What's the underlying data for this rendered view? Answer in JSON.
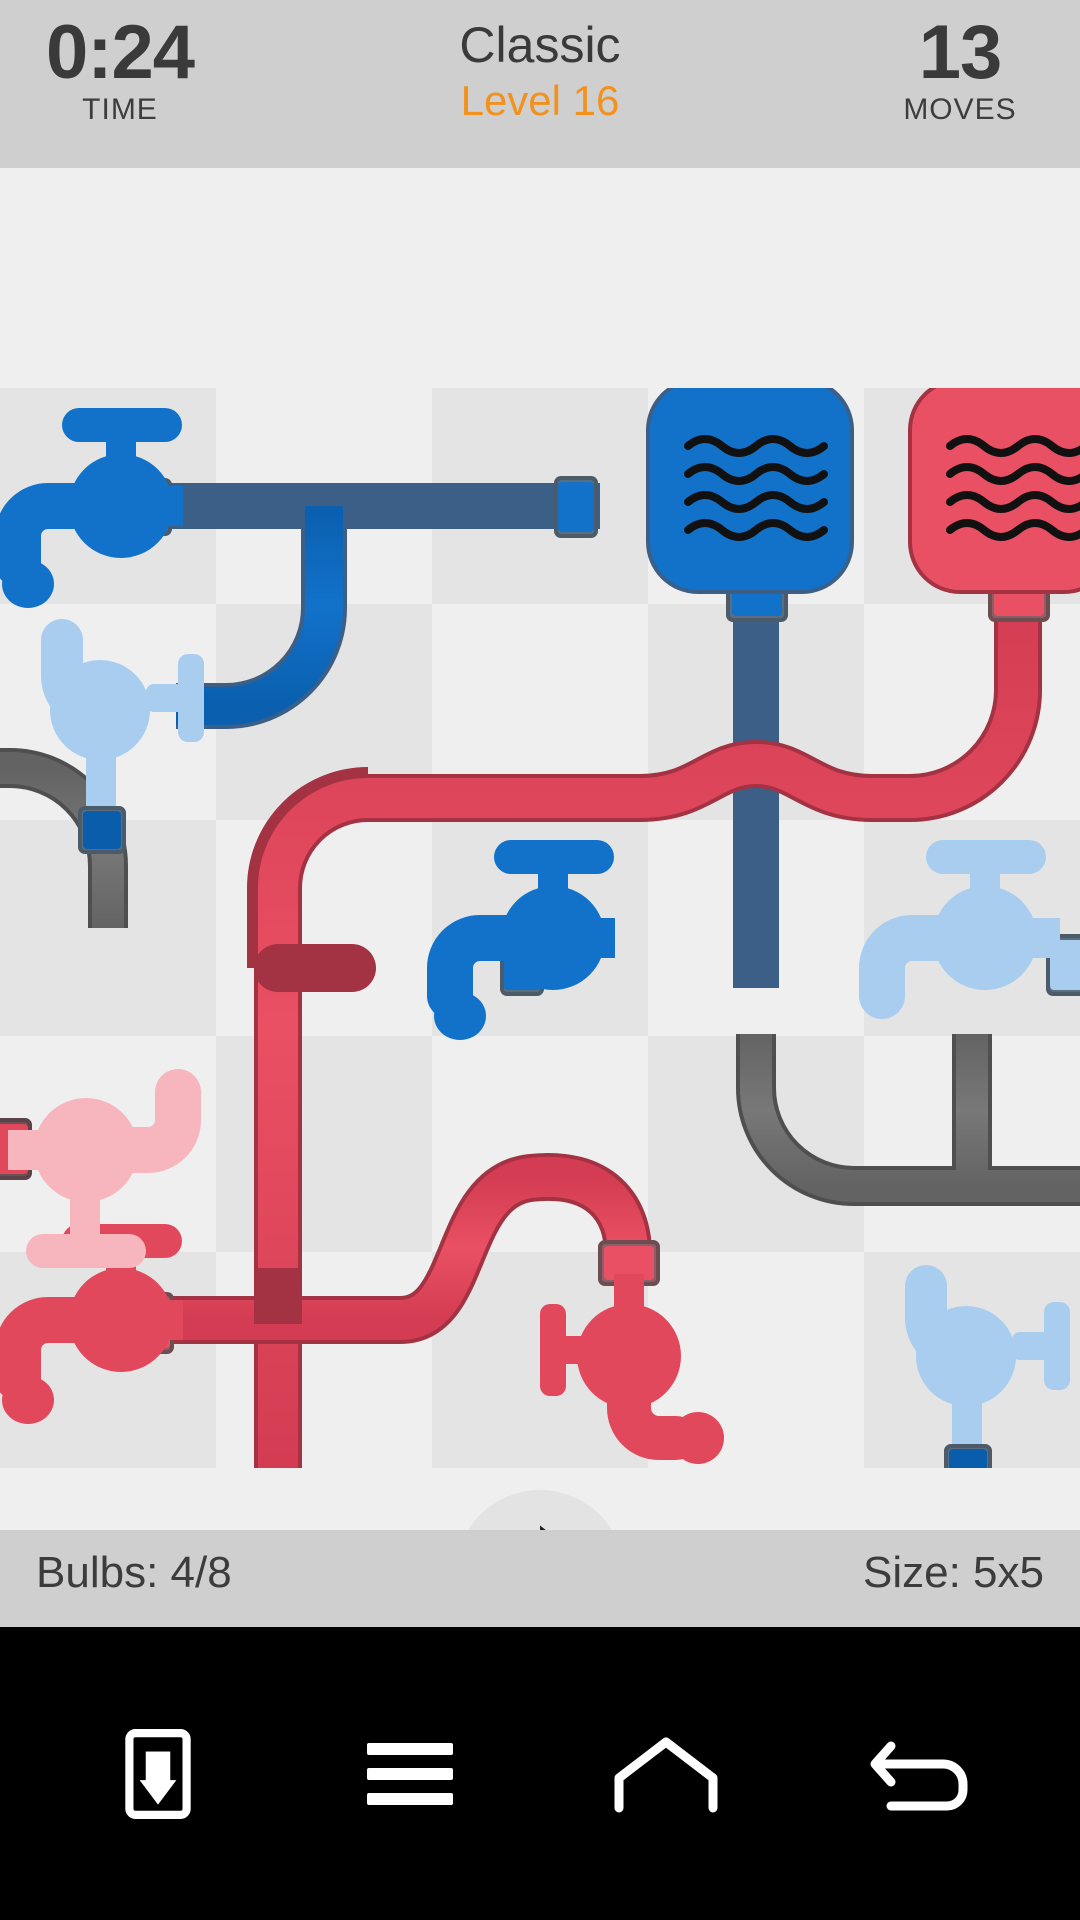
{
  "hud": {
    "time_value": "0:24",
    "time_label": "TIME",
    "mode": "Classic",
    "level": "Level 16",
    "moves_value": "13",
    "moves_label": "MOVES",
    "level_color": "#f2921d",
    "bar_bg": "#cfcfcf"
  },
  "status": {
    "bulbs": "Bulbs: 4/8",
    "size": "Size: 5x5",
    "restart_icon": "restart-icon"
  },
  "navbar": {
    "items": [
      {
        "icon": "save-down-icon",
        "label": ""
      },
      {
        "icon": "hamburger-menu-icon",
        "label": ""
      },
      {
        "icon": "home-icon",
        "label": ""
      },
      {
        "icon": "back-arrow-icon",
        "label": ""
      }
    ]
  },
  "board": {
    "rows": 5,
    "cols": 5,
    "cell_size": 216,
    "colors": {
      "pipe_blue": "#0d6cc4",
      "pipe_red": "#e2485c",
      "pipe_grey": "#6e6e6e",
      "faded_blue": "#a8cdee",
      "faded_red": "#f7b6bd",
      "connector_blue": "#0a5dab",
      "board_light": "#efefef",
      "board_dark": "#e4e4e4"
    },
    "tiles": [
      {
        "r": 0,
        "c": 0,
        "name": "tap-blue-active",
        "kind": "tap",
        "color": "blue",
        "state": "on",
        "dripping": true
      },
      {
        "r": 0,
        "c": 1,
        "name": "pipe-blue-elbow-left-down",
        "kind": "pipe",
        "color": "blue"
      },
      {
        "r": 0,
        "c": 2,
        "name": "pipe-blue-straight",
        "kind": "pipe",
        "color": "blue"
      },
      {
        "r": 0,
        "c": 3,
        "name": "tank-blue",
        "kind": "tank",
        "color": "blue"
      },
      {
        "r": 0,
        "c": 4,
        "name": "tank-red",
        "kind": "tank",
        "color": "red"
      },
      {
        "r": 1,
        "c": 0,
        "name": "valve-blue-faded",
        "kind": "valve",
        "color": "faded-blue"
      },
      {
        "r": 1,
        "c": 1,
        "name": "pipe-blue-elbow-curve",
        "kind": "pipe",
        "color": "blue"
      },
      {
        "r": 1,
        "c": 2,
        "name": "pipe-red-elbow-down-right",
        "kind": "pipe",
        "color": "red"
      },
      {
        "r": 1,
        "c": 3,
        "name": "pipe-crossing-blue-red",
        "kind": "pipe",
        "color": "mixed"
      },
      {
        "r": 1,
        "c": 4,
        "name": "pipe-red-curve-up",
        "kind": "pipe",
        "color": "red"
      },
      {
        "r": 2,
        "c": 0,
        "name": "pipe-grey-elbow",
        "kind": "pipe",
        "color": "grey"
      },
      {
        "r": 2,
        "c": 1,
        "name": "pipe-red-tee-right",
        "kind": "pipe",
        "color": "red"
      },
      {
        "r": 2,
        "c": 2,
        "name": "tap-blue-active-2",
        "kind": "tap",
        "color": "blue",
        "state": "on",
        "dripping": true
      },
      {
        "r": 2,
        "c": 3,
        "name": "pipe-blue-tee-up",
        "kind": "pipe",
        "color": "blue"
      },
      {
        "r": 2,
        "c": 4,
        "name": "tap-blue-faded",
        "kind": "tap",
        "color": "faded-blue",
        "state": "off"
      },
      {
        "r": 3,
        "c": 0,
        "name": "tap-red-faded",
        "kind": "tap",
        "color": "faded-red",
        "state": "off"
      },
      {
        "r": 3,
        "c": 1,
        "name": "pipe-red-vertical",
        "kind": "pipe",
        "color": "red"
      },
      {
        "r": 3,
        "c": 2,
        "name": "pipe-red-s-curve",
        "kind": "pipe",
        "color": "red"
      },
      {
        "r": 3,
        "c": 3,
        "name": "pipe-grey-curve",
        "kind": "pipe",
        "color": "grey"
      },
      {
        "r": 3,
        "c": 4,
        "name": "pipe-grey-tee",
        "kind": "pipe",
        "color": "grey"
      },
      {
        "r": 4,
        "c": 0,
        "name": "tap-red-active",
        "kind": "tap",
        "color": "red",
        "state": "on",
        "dripping": true
      },
      {
        "r": 4,
        "c": 1,
        "name": "pipe-red-tee-bottom",
        "kind": "pipe",
        "color": "red"
      },
      {
        "r": 4,
        "c": 2,
        "name": "pipe-red-s-bend",
        "kind": "pipe",
        "color": "red"
      },
      {
        "r": 4,
        "c": 3,
        "name": "valve-red-dripping",
        "kind": "valve",
        "color": "red",
        "dripping": true
      },
      {
        "r": 4,
        "c": 4,
        "name": "valve-blue-faded-2",
        "kind": "valve",
        "color": "faded-blue"
      }
    ]
  }
}
